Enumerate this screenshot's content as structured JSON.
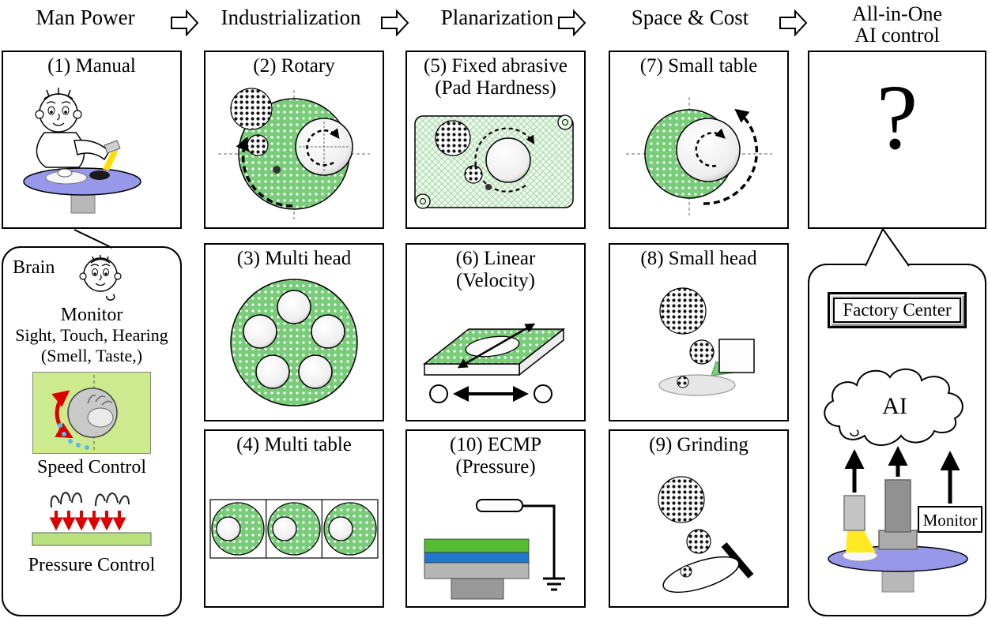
{
  "stages": [
    {
      "label": "Man Power"
    },
    {
      "label": "Industrialization"
    },
    {
      "label": "Planarization"
    },
    {
      "label": "Space & Cost"
    },
    {
      "label_line1": "All-in-One",
      "label_line2": "AI control"
    }
  ],
  "boxes": {
    "manual": {
      "title": "(1) Manual"
    },
    "rotary": {
      "title": "(2) Rotary"
    },
    "multi_head": {
      "title": "(3) Multi head"
    },
    "multi_table": {
      "title": "(4) Multi table"
    },
    "fixed_abrasive": {
      "title": "(5) Fixed abrasive",
      "subtitle": "(Pad Hardness)"
    },
    "linear": {
      "title": "(6) Linear",
      "subtitle": "(Velocity)"
    },
    "ecmp": {
      "title": "(10) ECMP",
      "subtitle": "(Pressure)"
    },
    "small_table": {
      "title": "(7) Small table"
    },
    "small_head": {
      "title": "(8) Small head"
    },
    "grinding": {
      "title": "(9) Grinding"
    },
    "question": {
      "symbol": "?"
    }
  },
  "manpower_panel": {
    "brain_label": "Brain",
    "monitor_label": "Monitor",
    "senses_line1": "Sight, Touch, Hearing",
    "senses_line2": "(Smell, Taste,)",
    "speed_label": "Speed Control",
    "pressure_label": "Pressure Control"
  },
  "ai_panel": {
    "factory_center_label": "Factory Center",
    "ai_label": "AI",
    "monitor_label": "Monitor"
  },
  "icons": {
    "stage_arrow": "right-block-arrow",
    "cloud": "ai-cloud",
    "face": "human-face"
  },
  "colors": {
    "pad_green": "#79cc79",
    "light_green_bg": "#cdea8e",
    "table_blue": "#9898ea",
    "arrow_red": "#dd0000",
    "ecmp_green": "#55bb33",
    "ecmp_blue": "#2277cc",
    "machine_gray": "#b0b0b0",
    "light_yellow": "#ffe922"
  }
}
